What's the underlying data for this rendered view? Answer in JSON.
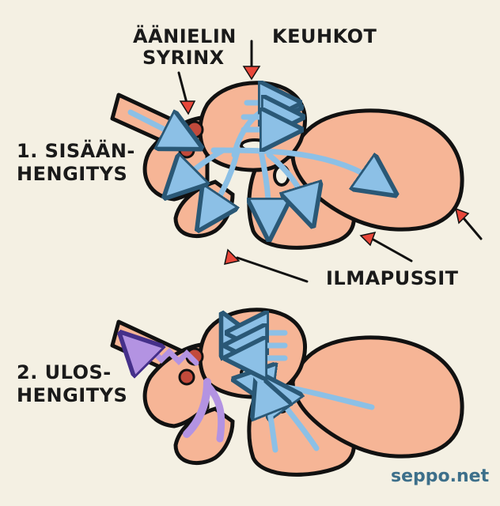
{
  "labels": {
    "syrinx_line1": "ÄÄNIELIN",
    "syrinx_line2": "SYRINX",
    "lungs": "KEUHKOT",
    "air_sacs": "ILMAPUSSIT",
    "inhale_line1": "1. SISÄÄN-",
    "inhale_line2": "HENGITYS",
    "exhale_line1": "2. ULOS-",
    "exhale_line2": "HENGITYS",
    "credit": "seppo.net"
  },
  "colors": {
    "background": "#f4f0e3",
    "tissue": "#f6b596",
    "outline": "#111111",
    "inhaled_air": "#8cc0e6",
    "exhaled_air": "#b393e2",
    "pointer": "#e8473a",
    "credit": "#3d6f8a"
  }
}
